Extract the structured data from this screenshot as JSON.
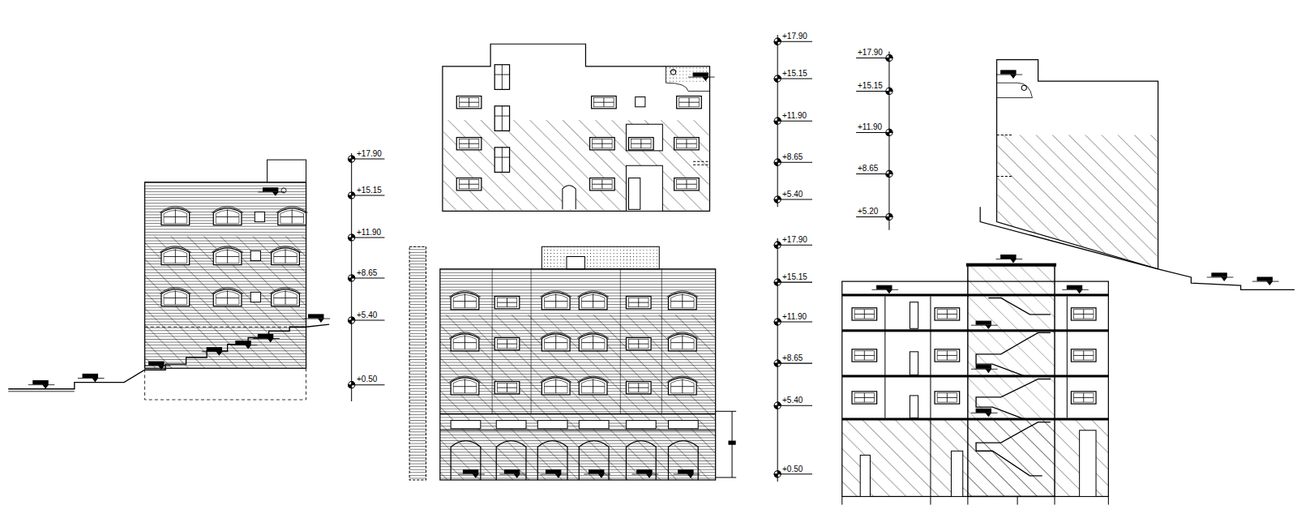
{
  "diagram": {
    "labels": [
      "+17.90",
      "+15.15",
      "+11.90",
      "+8.65",
      "+5.40",
      "+0.50",
      "+17.90",
      "+15.15",
      "+11.90",
      "+8.65",
      "+5.40",
      "+17.90",
      "+15.15",
      "+11.90",
      "+8.65",
      "+5.20",
      "+17.90",
      "+15.15",
      "+11.90",
      "+8.65",
      "+5.40",
      "+0.50"
    ]
  }
}
